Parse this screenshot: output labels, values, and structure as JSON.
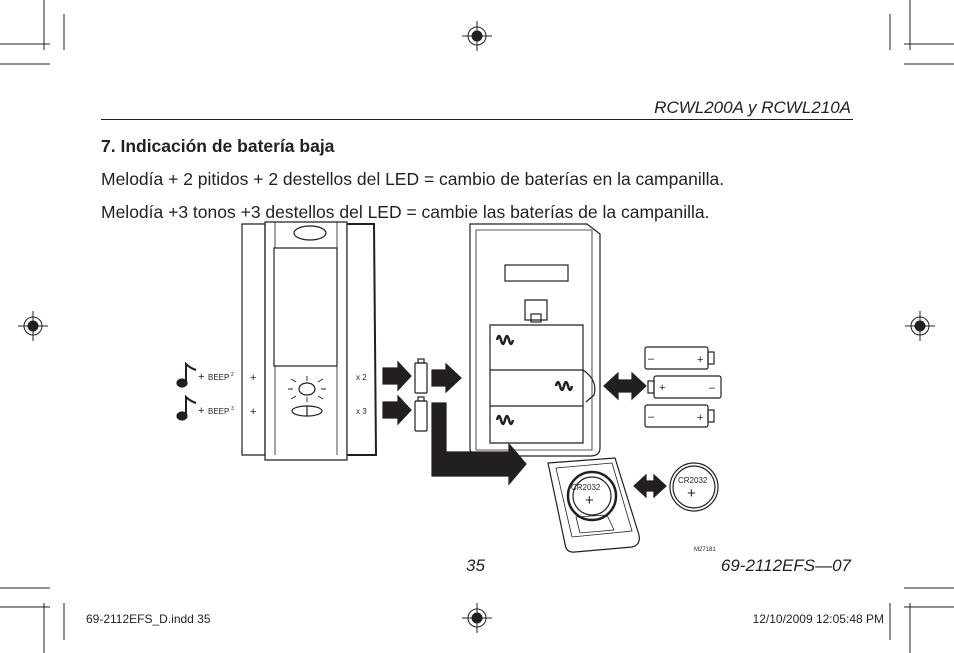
{
  "header": {
    "model": "RCWL200A y RCWL210A"
  },
  "section": {
    "title": "7. Indicación de batería baja",
    "line1": "Melodía + 2 pitidos + 2 destellos del LED = cambio de baterías en la campanilla.",
    "line2": "Melodía +3 tonos +3 destellos del LED = cambie las baterías de la campanilla."
  },
  "figure": {
    "beep2": "BEEP",
    "beep2_sup": "2",
    "beep3": "BEEP",
    "beep3_sup": "3",
    "plus": "+",
    "x2": "x 2",
    "x3": "x 3",
    "coin_label": "CR2032",
    "coin_label_2": "CR2032",
    "minus": "–",
    "fig_id": "M27181"
  },
  "footer": {
    "page_number": "35",
    "doc_id": "69-2112EFS—07",
    "file_info": "69-2112EFS_D.indd   35",
    "timestamp": "12/10/2009   12:05:48 PM"
  }
}
